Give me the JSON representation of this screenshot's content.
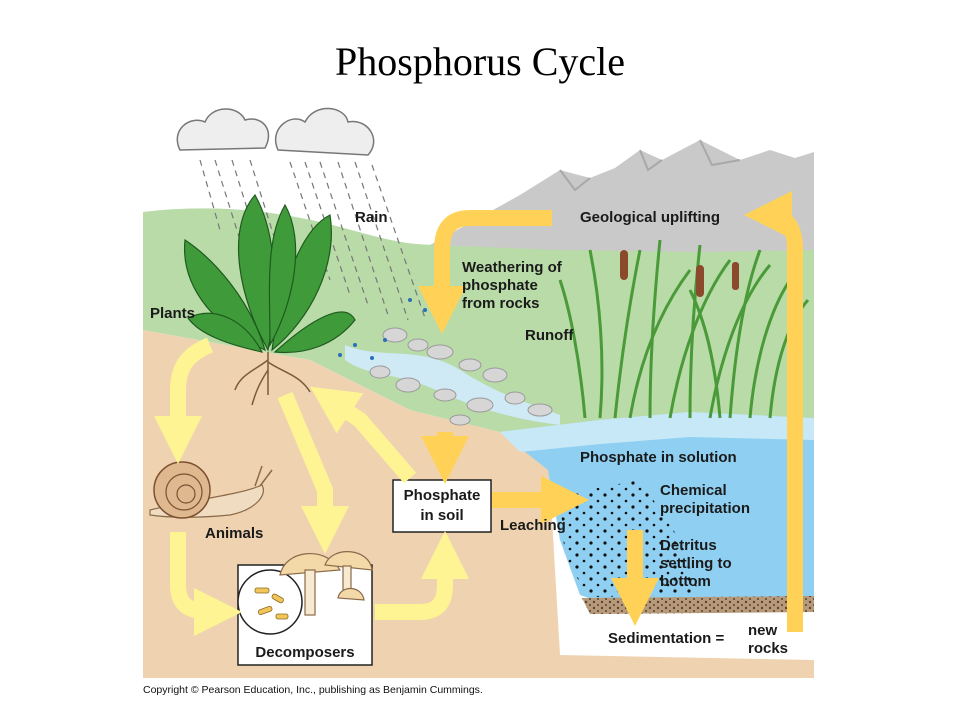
{
  "title": "Phosphorus Cycle",
  "labels": {
    "rain": "Rain",
    "plants": "Plants",
    "geological_uplifting": "Geological uplifting",
    "weathering": [
      "Weathering of",
      "phosphate",
      "from rocks"
    ],
    "runoff": "Runoff",
    "animals": "Animals",
    "phosphate_in_soil": [
      "Phosphate",
      "in soil"
    ],
    "leaching": "Leaching",
    "phosphate_in_solution": "Phosphate in solution",
    "chemical_precipitation": [
      "Chemical",
      "precipitation"
    ],
    "detritus": [
      "Detritus",
      "settling to",
      "bottom"
    ],
    "sedimentation": "Sedimentation =",
    "new_rocks": [
      "new",
      "rocks"
    ],
    "decomposers": "Decomposers"
  },
  "copyright": "Copyright © Pearson Education, Inc., publishing as Benjamin Cummings.",
  "colors": {
    "sky": "#ffffff",
    "soil": "#efd3b0",
    "hills": "#b8dba8",
    "mountains": "#c9c9c9",
    "water": "#8fd0f2",
    "arrow": "#ffd257",
    "arrow_pale": "#fff494",
    "sediment": "#b79a7a"
  }
}
